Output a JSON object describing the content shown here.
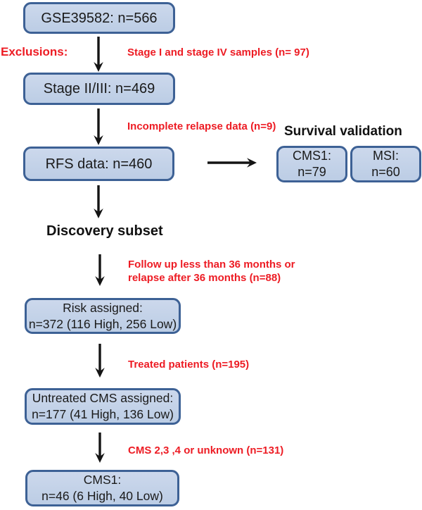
{
  "diagram": {
    "boxes": {
      "gse": {
        "lines": [
          "GSE39582: n=566"
        ]
      },
      "stage": {
        "lines": [
          "Stage II/III: n=469"
        ]
      },
      "rfs": {
        "lines": [
          "RFS data: n=460"
        ]
      },
      "risk": {
        "lines": [
          "Risk assigned:",
          "n=372 (116 High, 256 Low)"
        ]
      },
      "untreated": {
        "lines": [
          "Untreated CMS assigned:",
          "n=177 (41 High, 136 Low)"
        ]
      },
      "cms1_final": {
        "lines": [
          "CMS1:",
          "n=46 (6 High, 40 Low)"
        ]
      },
      "cms1_validation": {
        "lines": [
          "CMS1:",
          "n=79"
        ]
      },
      "msi_validation": {
        "lines": [
          "MSI:",
          "n=60"
        ]
      }
    },
    "headings": {
      "exclusions": "Exclusions:",
      "survival_validation": "Survival validation",
      "discovery_subset": "Discovery subset"
    },
    "exclusion_notes": {
      "stage": "Stage I and stage IV samples (n= 97)",
      "relapse": "Incomplete relapse data (n=9)",
      "followup_line1": "Follow up less than 36 months or",
      "followup_line2": "relapse after 36 months (n=88)",
      "treated": "Treated patients (n=195)",
      "cms_other": "CMS 2,3 ,4 or unknown (n=131)"
    },
    "icons": {
      "down-arrow-icon": "black vertical line with solid arrowhead pointing down",
      "right-arrow-icon": "black horizontal line with solid arrowhead pointing right"
    },
    "colors": {
      "box_fill": "#c3d2e8",
      "box_fill_light": "#ccd8ec",
      "box_fill_dark": "#bccde5",
      "box_border": "#3d6195",
      "note_red": "#ed1c24",
      "text_black": "#1a1a1a"
    }
  }
}
